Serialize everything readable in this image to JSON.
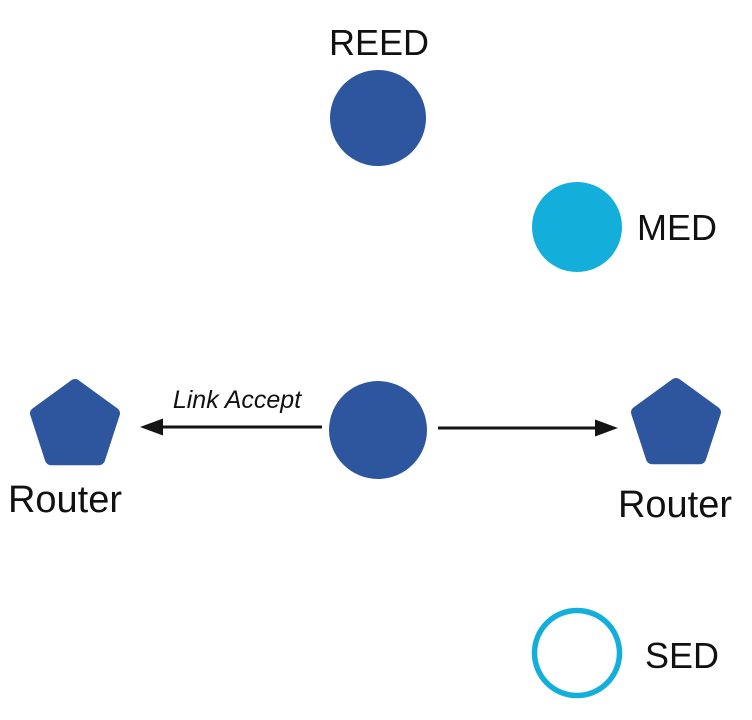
{
  "diagram": {
    "palette": {
      "primary": "#2D569E",
      "accent": "#14AEDB",
      "ink": "#111111",
      "arrow": "#141414"
    },
    "nodes": {
      "reed": {
        "label": "REED",
        "shape": "filled-circle",
        "color": "#2D569E"
      },
      "med": {
        "label": "MED",
        "shape": "filled-circle",
        "color": "#14AEDB"
      },
      "parent": {
        "label": "",
        "shape": "filled-circle",
        "color": "#2D569E"
      },
      "router_left": {
        "label": "Router",
        "shape": "pentagon",
        "color": "#2D569E"
      },
      "router_right": {
        "label": "Router",
        "shape": "pentagon",
        "color": "#2D569E"
      },
      "sed": {
        "label": "SED",
        "shape": "outline-circle",
        "color": "#14AEDB"
      }
    },
    "edges": [
      {
        "from": "parent",
        "to": "router_left",
        "label": "Link Accept",
        "direction": "left"
      },
      {
        "from": "parent",
        "to": "router_right",
        "label": "",
        "direction": "right"
      }
    ]
  }
}
